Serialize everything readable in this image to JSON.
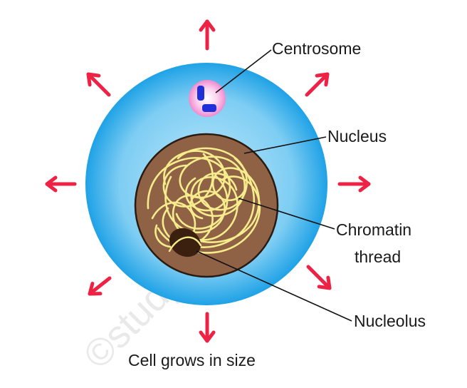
{
  "labels": {
    "centrosome": "Centrosome",
    "nucleus": "Nucleus",
    "chromatin_line1": "Chromatin",
    "chromatin_line2": "thread",
    "nucleolus": "Nucleolus",
    "caption": "Cell grows in size"
  },
  "watermark": "©studyadda.com",
  "colors": {
    "cytoplasm_center": "#bfe9fb",
    "cytoplasm_edge": "#1fa2e6",
    "nucleus_fill": "#8f6246",
    "nucleus_border": "#2b1a10",
    "chromatin": "#f6ec8c",
    "nucleolus": "#3b200f",
    "centrosome_halo": "#f08ad0",
    "centriole": "#2030d8",
    "arrows": "#ee2244"
  },
  "icons": {
    "growth_arrows": "outward-arrow-icon",
    "centrioles": "centriole-icon"
  }
}
